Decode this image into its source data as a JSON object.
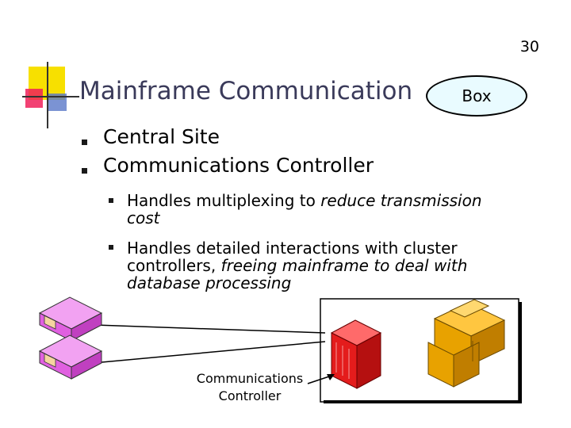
{
  "slide": {
    "page_number": "30",
    "title": "Mainframe Communication",
    "oval_label": "Box",
    "bullets": [
      {
        "text": "Central Site"
      },
      {
        "text": "Communications Controller"
      }
    ],
    "sub_bullets": [
      {
        "plain": "Handles multiplexing to ",
        "italic": "reduce transmission cost"
      },
      {
        "plain": "Handles detailed interactions with cluster controllers, ",
        "italic": "freeing mainframe to deal with database processing"
      }
    ],
    "caption_line1": "Communications",
    "caption_line2": "Controller"
  },
  "colors": {
    "title": "#3a3a5a",
    "oval_fill": "#e9fbff",
    "cluster_device": "#e060e0",
    "controller": "#e41c1c",
    "mainframe": "#e8a200",
    "ornament_yellow": "#f7e000",
    "ornament_red": "#f0205a",
    "ornament_blue": "#5a78c8"
  },
  "icons": [
    "cluster-controller-icon",
    "communications-controller-icon",
    "mainframe-icon",
    "arrow-icon"
  ]
}
